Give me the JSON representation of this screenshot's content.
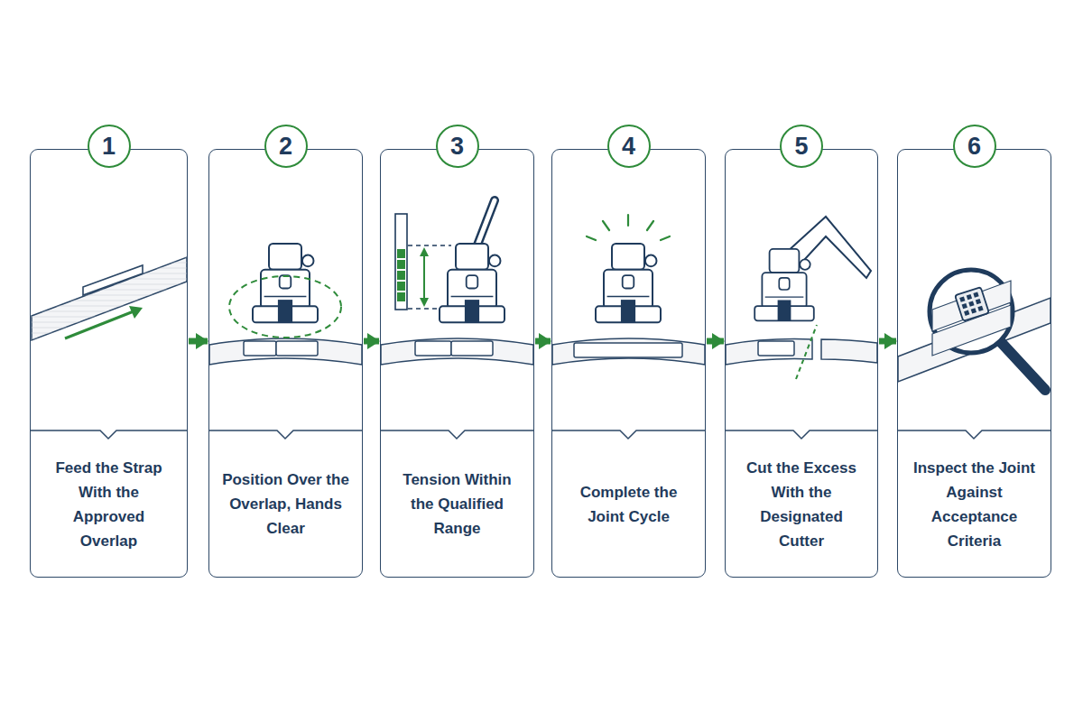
{
  "diagram": {
    "nodes": [
      {
        "text": [
          "1"
        ]
      },
      {
        "text": [
          "Feed the Strap With the Approved Overlap"
        ]
      },
      {
        "text": [
          "2"
        ]
      },
      {
        "text": [
          "Position Over the Overlap, Hands Clear"
        ]
      },
      {
        "text": [
          "3"
        ]
      },
      {
        "text": [
          "Tension Within the Qualified Range"
        ]
      },
      {
        "text": [
          "4"
        ]
      },
      {
        "text": [
          "Complete the Joint Cycle"
        ]
      },
      {
        "text": [
          "5"
        ]
      },
      {
        "text": [
          "Cut the Excess With the Designated Cutter"
        ]
      },
      {
        "text": [
          "6"
        ]
      },
      {
        "text": [
          "Inspect the Joint Against Acceptance Criteria"
        ]
      }
    ],
    "edges": [
      {
        "from": 1,
        "to": 3,
        "arrow": "to"
      },
      {
        "from": 3,
        "to": 5,
        "arrow": "to"
      },
      {
        "from": 5,
        "to": 7,
        "arrow": "to"
      },
      {
        "from": 7,
        "to": 9,
        "arrow": "to"
      },
      {
        "from": 9,
        "to": 11,
        "arrow": "to"
      }
    ]
  }
}
